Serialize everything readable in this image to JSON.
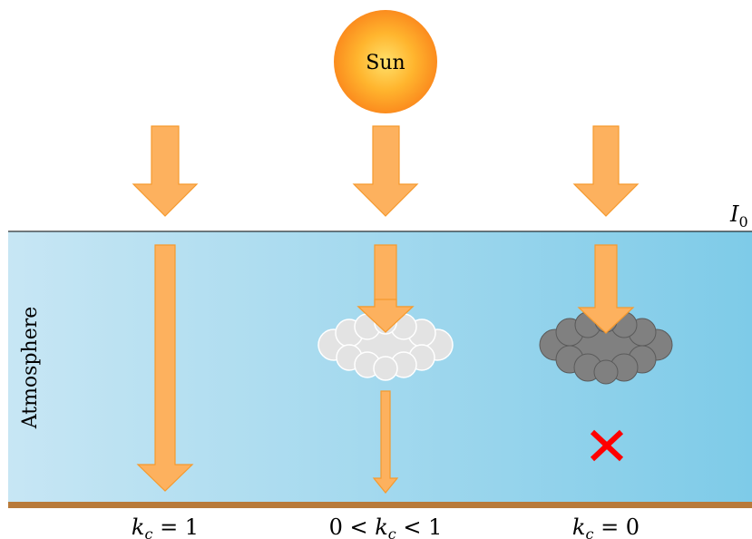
{
  "sun": {
    "label": "Sun"
  },
  "toa": {
    "label": "I",
    "subscript": "0"
  },
  "atmosphere": {
    "label": "Atmosphere"
  },
  "cases": [
    {
      "label_k": "k",
      "label_sub": "c",
      "label_rest": " = 1"
    },
    {
      "label_pre": "0 < ",
      "label_k": "k",
      "label_sub": "c",
      "label_rest": " < 1"
    },
    {
      "label_k": "k",
      "label_sub": "c",
      "label_rest": " = 0"
    }
  ],
  "colors": {
    "arrow_fill": "#fdb15e",
    "arrow_stroke": "#f59a2e",
    "sky_left": "#c7e6f4",
    "sky_right": "#7ecbe8",
    "ground": "#b87a3a",
    "cloud_light": "#e3e3e3",
    "cloud_dark": "#808080",
    "blocked_mark": "#ff0000"
  },
  "icons": {
    "blocked": "x-mark-icon",
    "cloud": "cloud-icon",
    "sun": "sun-icon"
  }
}
